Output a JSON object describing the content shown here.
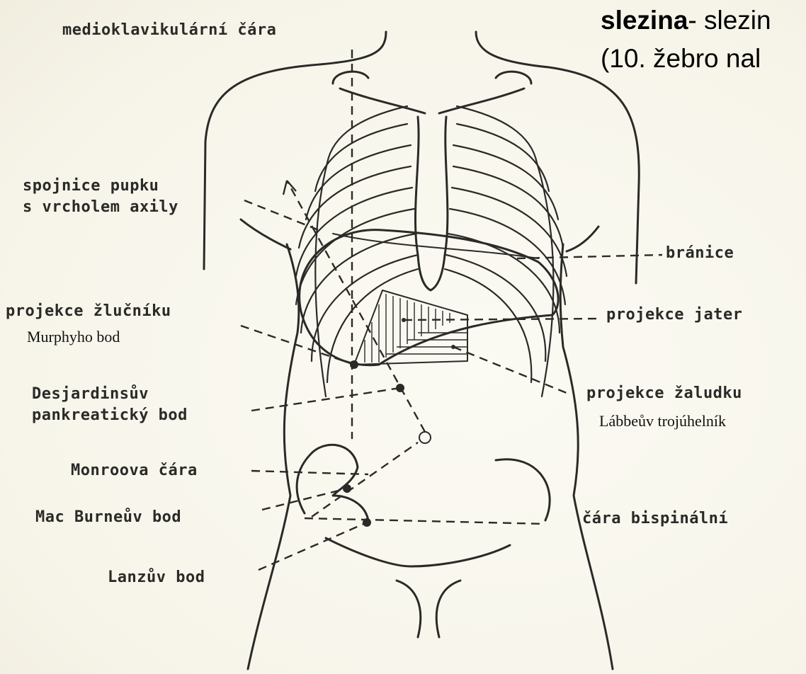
{
  "heading": {
    "line1_bold": "slezina",
    "line1_rest": "- slezin",
    "line2": "(10. žebro nal"
  },
  "labels": {
    "medioklavikularni": "medioklavikulární čára",
    "spojnice_1": "spojnice pupku",
    "spojnice_2": "s vrcholem axily",
    "branice": "bránice",
    "zlucnik": "projekce žlučníku",
    "murphy": "Murphyho bod",
    "jatra": "projekce jater",
    "desjardins_1": "Desjardinsův",
    "desjardins_2": "pankreatický bod",
    "zaludek": "projekce žaludku",
    "labbe": "Lábbeův trojúhelník",
    "monroe": "Monroova čára",
    "macburney": "Mac Burneův bod",
    "bispinalni": "čára bispinální",
    "lanz": "Lanzův bod"
  },
  "colors": {
    "ink": "#2a2a28",
    "paper": "#f7f5ea"
  }
}
